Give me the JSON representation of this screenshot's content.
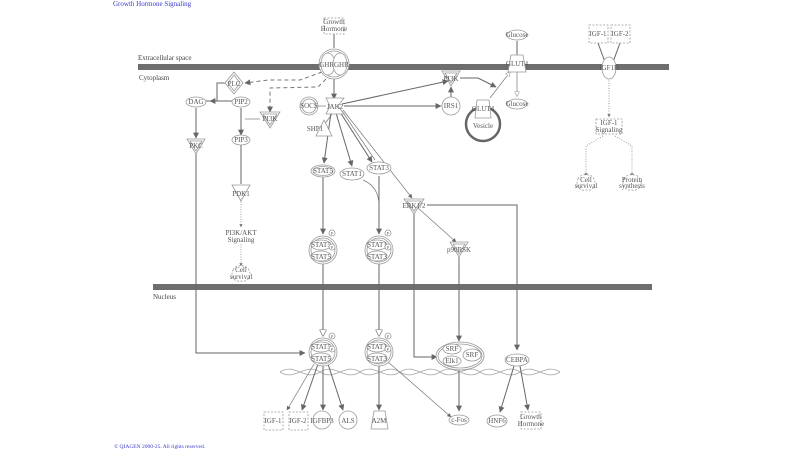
{
  "title": "Growth Hormone Signaling",
  "copyright": "© QIAGEN 2000-25. All rights reserved.",
  "compartments": {
    "extracellular": "Extracellular space",
    "cytoplasm": "Cytoplasm",
    "nucleus": "Nucleus"
  },
  "nodes": {
    "growth_hormone_top": [
      "Growth",
      "Hormone"
    ],
    "ghr": "GHRGHR",
    "plc": "PLC",
    "dag": "DAG",
    "pip2": "PIP2",
    "pi3k_left": "PI3K",
    "pkc": "PKC",
    "pip3": "PIP3",
    "pdk1": "PDK1",
    "pi3k_akt": [
      "PI3K/AKT",
      "Signaling"
    ],
    "cell_survival_left": [
      "Cell",
      "survival"
    ],
    "socs": "SOCS",
    "jak2": "JAK2",
    "shp1": "SHP1",
    "pi3k_right": "PI3K",
    "irs1": "IRS1",
    "glut4_vesicle": "GLUT4",
    "vesicle": "Vesicle",
    "glucose_top": "Glucose",
    "glut4_membrane": "GLUT4",
    "glucose_bottom": "Glucose",
    "igf1_top": "IGF-1",
    "igf2_top": "IGF-2",
    "igf1r": "IGF1R",
    "igf1_signaling": [
      "IGF-1",
      "Signaling"
    ],
    "cell_survival_right": [
      "Cell",
      "survival"
    ],
    "protein_synthesis": [
      "Protein",
      "synthesis"
    ],
    "stat5": "STAT5",
    "stat1": "STAT1",
    "stat3": "STAT3",
    "erk12": "ERK1/2",
    "p90rsk": "p90RSK",
    "stat5_dimer": [
      "STAT5",
      "STAT5"
    ],
    "stat1_stat3_dimer": [
      "STAT1",
      "STAT3"
    ],
    "stat5_dimer_nuc": [
      "STAT5",
      "STAT5"
    ],
    "stat1_stat3_dimer_nuc": [
      "STAT1",
      "STAT3"
    ],
    "srf_complex": [
      "SRF",
      "SRF",
      "Elk1"
    ],
    "cebpa": "CEBPA",
    "igf1_bottom": "IGF-1",
    "igf2_bottom": "IGF-2",
    "igfbp3": "IGFBP3",
    "als": "ALS",
    "a2m": "A2M",
    "cfos": "c-Fos",
    "hnf6": "HNF6",
    "growth_hormone_bottom": [
      "Growth",
      "Hormone"
    ],
    "phospho": "P"
  },
  "colors": {
    "membrane": "#6e6e6e",
    "title": "#3a3acc",
    "node_stroke": "#999999",
    "edge": "#666666"
  }
}
